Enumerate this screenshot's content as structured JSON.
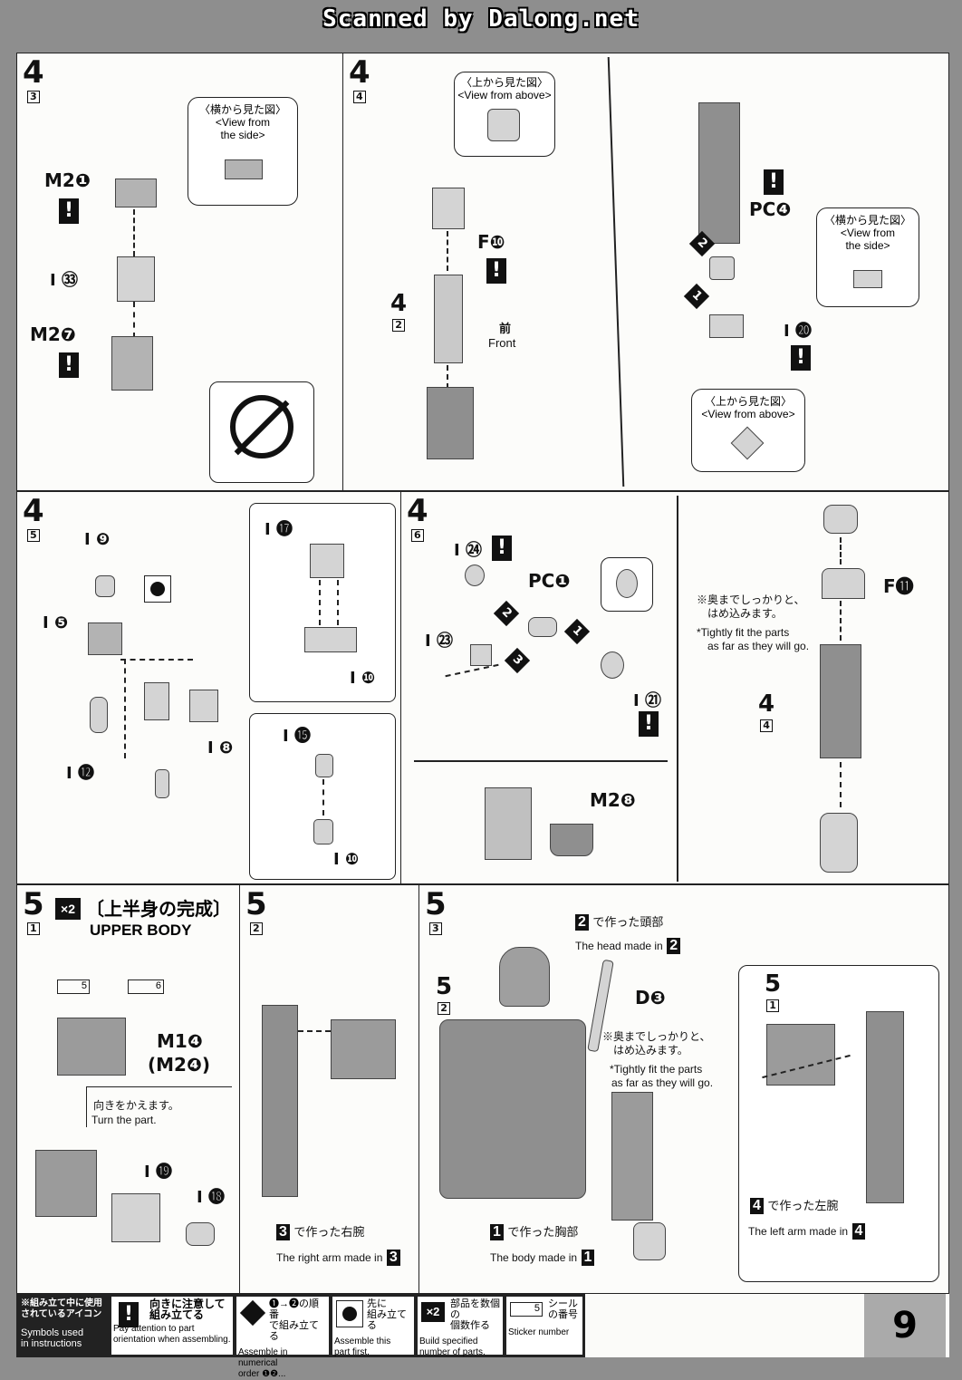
{
  "header": {
    "scanned": "Scanned by Dalong.net"
  },
  "panels": {
    "p43": {
      "step": "4",
      "sub": "3",
      "bubble": [
        "〈横から見た図〉",
        "<View from",
        "the side>"
      ],
      "parts": [
        "M2❶",
        "I ㉝",
        "M2❼"
      ]
    },
    "p44": {
      "step": "4",
      "sub": "4",
      "bubble_top": [
        "〈上から見た図〉",
        "<View from above>"
      ],
      "part_f10": "F❿",
      "ref_step": "4",
      "ref_sub": "2",
      "front_jp": "前",
      "front_en": "Front",
      "pc4": "PC❹",
      "bubble_side": [
        "〈横から見た図〉",
        "<View from",
        "the side>"
      ],
      "i20": "I ⓴",
      "bubble_above": [
        "〈上から見た図〉",
        "<View from above>"
      ],
      "num1": "1",
      "num2": "2"
    },
    "p45": {
      "step": "4",
      "sub": "5",
      "parts": [
        "I ❾",
        "I ❺",
        "I ⓬",
        "I ❽",
        "I ⓱",
        "I ❿",
        "I ⓯",
        "I ❿"
      ]
    },
    "p46": {
      "step": "4",
      "sub": "6",
      "parts": [
        "I ㉔",
        "PC❶",
        "I ㉓",
        "I ㉑",
        "F⓫",
        "M2❽"
      ],
      "nums": [
        "1",
        "2",
        "3"
      ],
      "note_jp": [
        "※奥までしっかりと、",
        "はめ込みます。"
      ],
      "note_en": [
        "*Tightly fit the parts",
        "as far as they will go."
      ],
      "ref_step": "4",
      "ref_sub": "4"
    },
    "p51": {
      "step": "5",
      "sub": "1",
      "times": "×2",
      "title_jp": "〔上半身の完成〕",
      "title_en": "UPPER BODY",
      "stickers": [
        "5",
        "6"
      ],
      "m1": "M1❹",
      "m2": "(M2❹)",
      "turn_jp": "向きをかえます。",
      "turn_en": "Turn the part.",
      "i19": "I ⓳",
      "i18": "I ⓲"
    },
    "p52": {
      "step": "5",
      "sub": "2",
      "right_jp": "で作った右腕",
      "right_en": "The right arm made in",
      "right_num": "3"
    },
    "p53": {
      "step": "5",
      "sub": "3",
      "head_jp": "で作った頭部",
      "head_en": "The head made in",
      "head_num": "2",
      "d3": "D❸",
      "note_jp": [
        "※奥までしっかりと、",
        "はめ込みます。"
      ],
      "note_en": [
        "*Tightly fit the parts",
        "as far as they will go."
      ],
      "body_jp": "で作った胸部",
      "body_en": "The body made in",
      "body_num": "1",
      "left_jp": "で作った左腕",
      "left_en": "The left arm made in",
      "left_num": "4",
      "ref_a_step": "5",
      "ref_a_sub": "2",
      "ref_b_step": "5",
      "ref_b_sub": "1"
    }
  },
  "footer": {
    "legend_jp": [
      "※組み立て中に使用",
      "されているアイコン"
    ],
    "legend_en": [
      "Symbols used",
      "in instructions"
    ],
    "c1_jp": [
      "向きに注意して",
      "組み立てる"
    ],
    "c1_en": [
      "Pay attention to part",
      "orientation when assembling."
    ],
    "c2_jp": [
      "❶→❷の順番",
      "で組み立てる"
    ],
    "c2_en": [
      "Assemble in numerical",
      "order ❶❷..."
    ],
    "c3_jp": [
      "先に",
      "組み立てる"
    ],
    "c3_en": [
      "Assemble this",
      "part first."
    ],
    "c4_jp": [
      "部品を数個の",
      "個数作る"
    ],
    "c4_en": [
      "Build specified",
      "number of parts."
    ],
    "c4_badge": "×2",
    "c5_jp": [
      "シール",
      "の番号"
    ],
    "c5_en": "Sticker number",
    "c5_num": "5",
    "page_number": "9"
  }
}
